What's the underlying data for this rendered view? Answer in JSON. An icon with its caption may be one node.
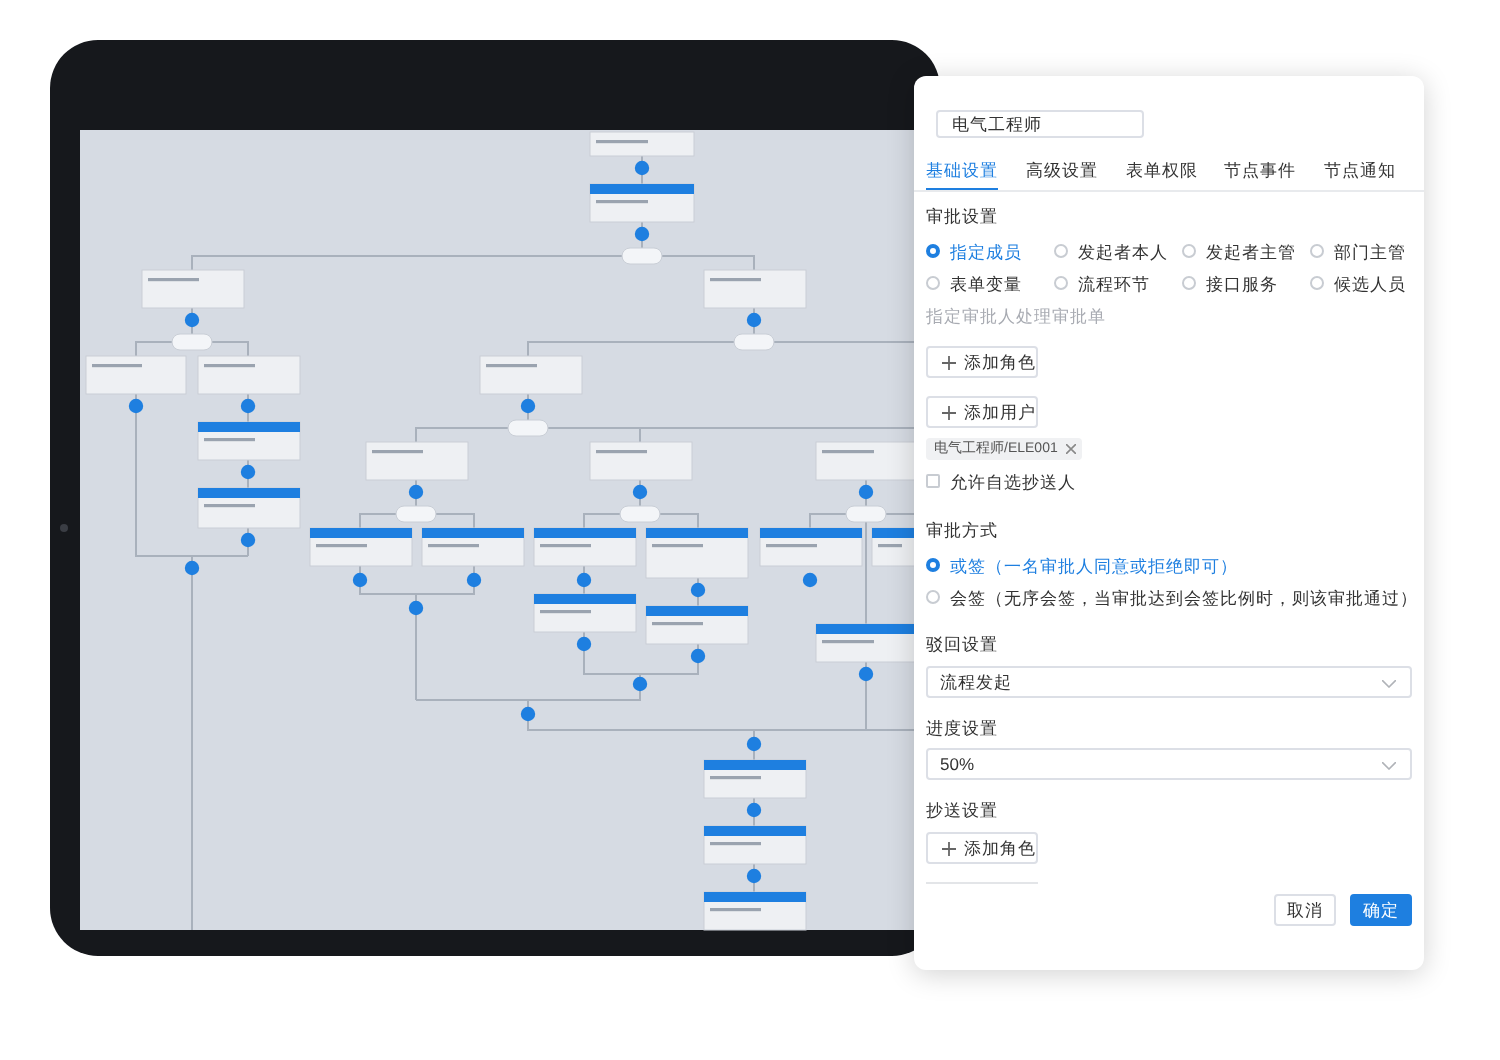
{
  "diagram": {
    "labels": [
      "电气工程师",
      "基础设置",
      "高级设置",
      "表单权限",
      "节点事件",
      "节点通知",
      "审批设置",
      "指定成员",
      "发起者本人",
      "发起者主管",
      "部门主管",
      "表单变量",
      "流程环节",
      "接口服务",
      "候选人员",
      "指定审批人处理审批单",
      "添加角色",
      "添加用户",
      "电气工程师/ELE001",
      "允许自选抄送人",
      "审批方式",
      "或签（一名审批人同意或拒绝即可）",
      "会签（无序会签，当审批达到会签比例时，则该审批通过）",
      "驳回设置",
      "流程发起",
      "进度设置",
      "50%",
      "抄送设置",
      "添加角色",
      "取消",
      "确定"
    ]
  }
}
